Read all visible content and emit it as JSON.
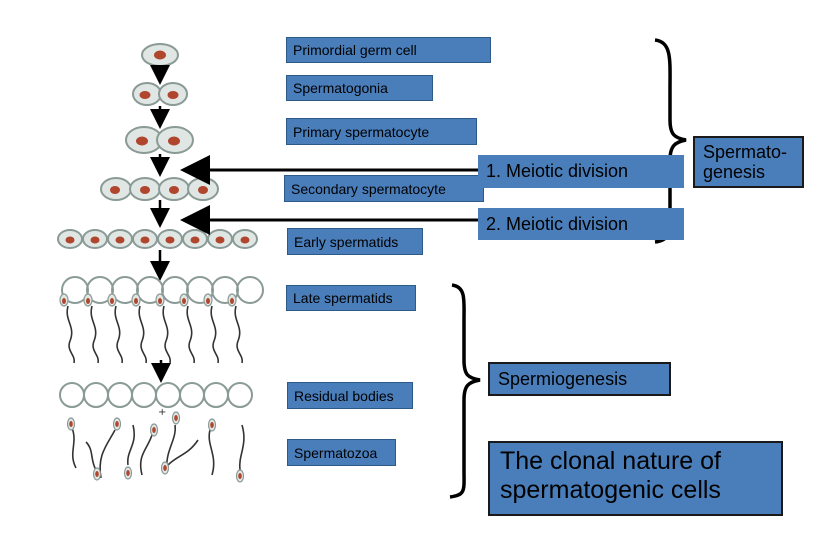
{
  "stage_labels": [
    "Primordial germ cell",
    "Spermatogonia",
    "Primary spermatocyte",
    "Secondary spermatocyte",
    "Early spermatids",
    "Late spermatids",
    "Residual bodies",
    "Spermatozoa"
  ],
  "meiosis": {
    "first": "1. Meiotic division",
    "second": "2. Meiotic division"
  },
  "groups": {
    "spermatogenesis": "Spermato-genesis",
    "spermiogenesis": "Spermiogenesis"
  },
  "caption": "The clonal nature of spermatogenic cells",
  "colors": {
    "label_fill": "#4a7ebb",
    "cell_fill": "#dfe6e3",
    "nucleus": "#b0462d",
    "outline": "#8a9a96"
  }
}
